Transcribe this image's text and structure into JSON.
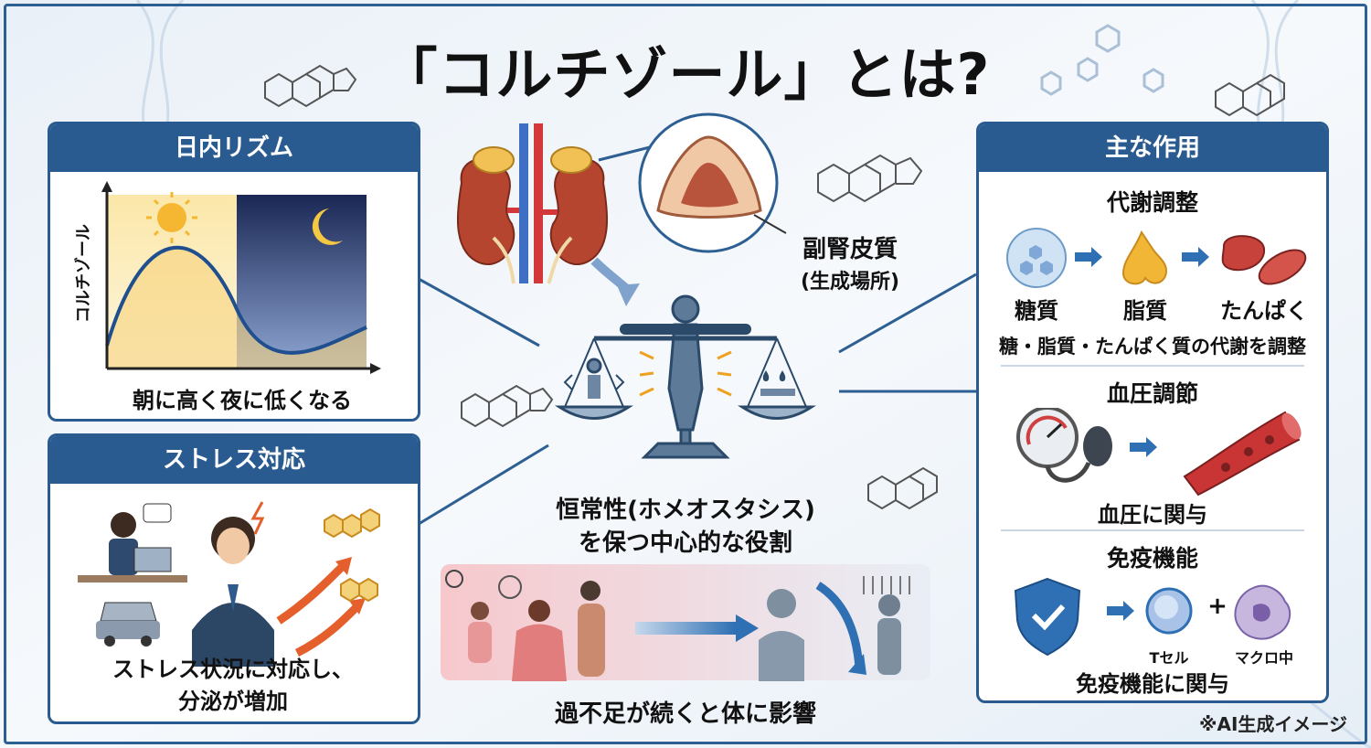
{
  "title": "「コルチゾール」とは?",
  "center": {
    "adrenal_label": "副腎皮質",
    "adrenal_sub": "(生成場所)",
    "homeostasis_line1": "恒常性(ホメオスタシス)",
    "homeostasis_line2": "を保つ中心的な役割",
    "imbalance_caption": "過不足が続くと体に影響"
  },
  "circadian": {
    "header": "日内リズム",
    "y_axis_label": "コルチゾール",
    "caption": "朝に高く夜に低くなる"
  },
  "stress": {
    "header": "ストレス対応",
    "caption_line1": "ストレス状況に対応し、",
    "caption_line2": "分泌が増加"
  },
  "effects": {
    "header": "主な作用",
    "metabolism": {
      "title": "代謝調整",
      "items": [
        "糖質",
        "脂質",
        "たんぱく"
      ],
      "caption": "糖・脂質・たんぱく質の代謝を調整"
    },
    "blood_pressure": {
      "title": "血圧調節",
      "caption": "血圧に関与"
    },
    "immune": {
      "title": "免疫機能",
      "tcell": "Tセル",
      "plus": "+",
      "macrophage": "マクロ中",
      "caption": "免疫機能に関与"
    }
  },
  "note": "※AI生成イメージ",
  "colors": {
    "panel_blue": "#2a5b90",
    "background": "#eef3f8",
    "sun_yellow": "#f5b731",
    "night_navy": "#1d2e5c",
    "arrow_blue": "#2f6fb3",
    "kidney_red": "#b5452f",
    "stress_orange": "#e45f2b"
  }
}
